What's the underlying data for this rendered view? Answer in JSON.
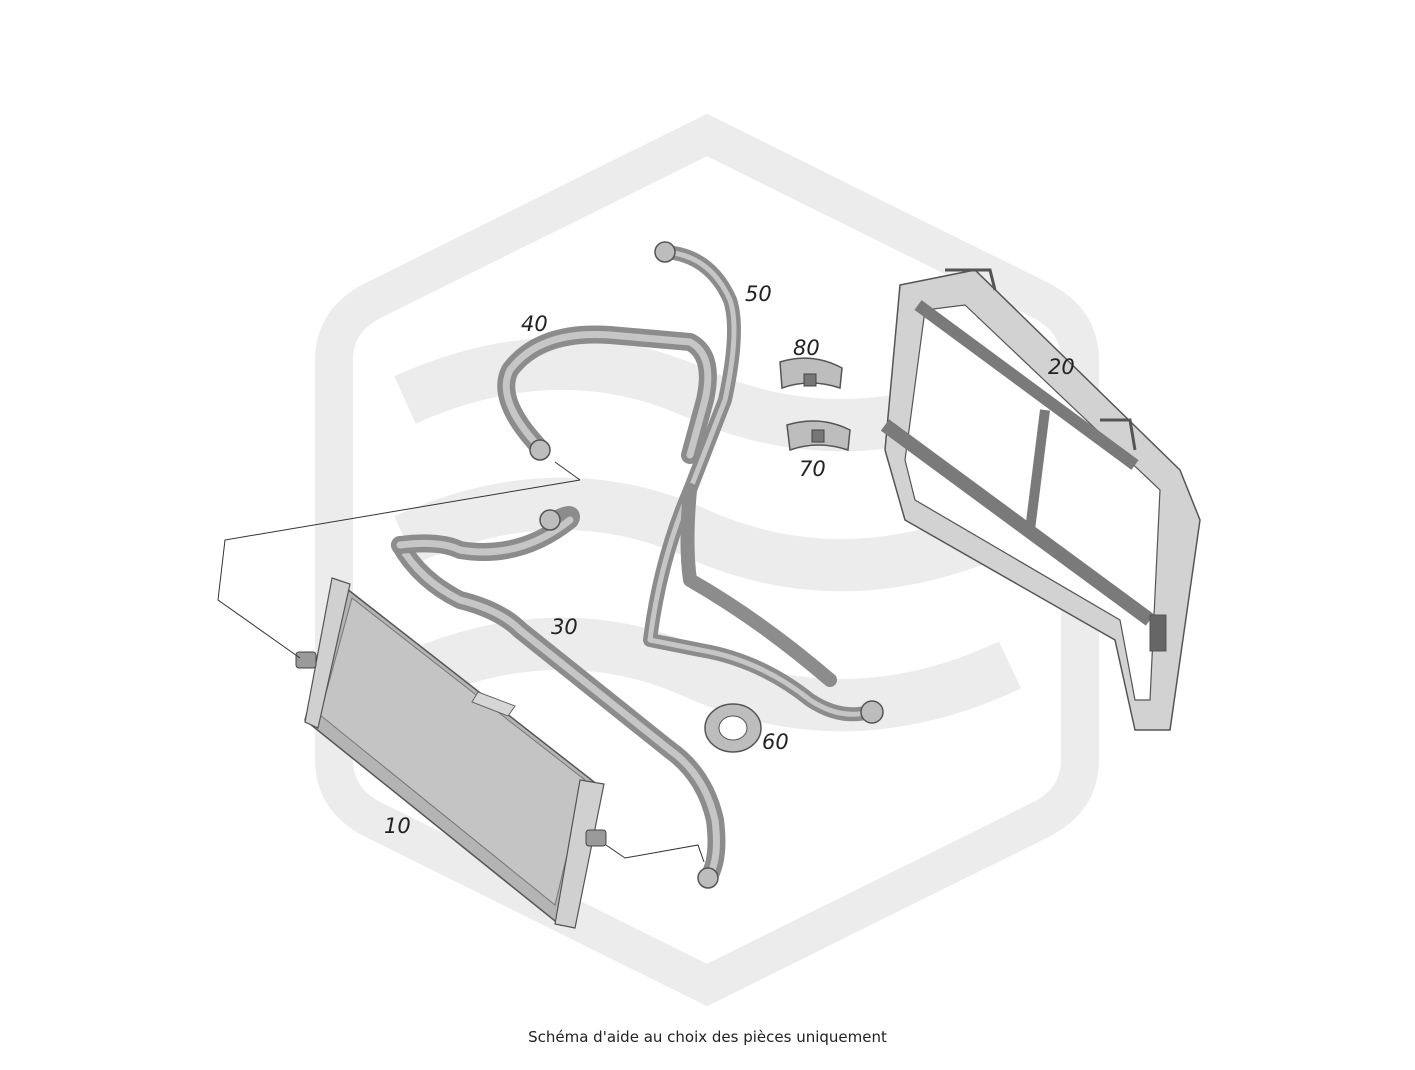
{
  "diagram": {
    "callouts": {
      "p10": "10",
      "p20": "20",
      "p30": "30",
      "p40": "40",
      "p50": "50",
      "p60": "60",
      "p70": "70",
      "p80": "80"
    },
    "caption": "Schéma d'aide au choix des pièces uniquement"
  },
  "colors": {
    "watermark": "#ececec",
    "part_fill": "#bdbdbd",
    "hose": "#8c8c8c",
    "outline": "#555555"
  },
  "icons": {
    "watermark": "brand-logo-watermark"
  }
}
